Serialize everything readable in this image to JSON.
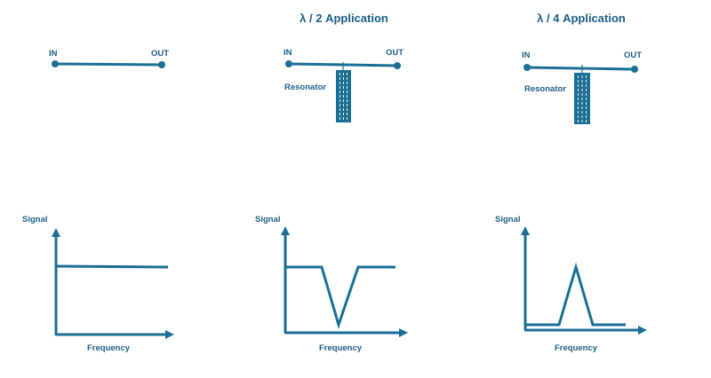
{
  "colors": {
    "line": "#1b6f94",
    "text": "#1b5f86"
  },
  "panels": [
    {
      "title": "",
      "in_label": "IN",
      "out_label": "OUT",
      "resonator_label": "",
      "graph": {
        "y_label": "Signal",
        "x_label": "Frequency",
        "response": "flat"
      }
    },
    {
      "title": "λ / 2 Application",
      "in_label": "IN",
      "out_label": "OUT",
      "resonator_label": "Resonator",
      "graph": {
        "y_label": "Signal",
        "x_label": "Frequency",
        "response": "notch"
      }
    },
    {
      "title": "λ / 4 Application",
      "in_label": "IN",
      "out_label": "OUT",
      "resonator_label": "Resonator",
      "graph": {
        "y_label": "Signal",
        "x_label": "Frequency",
        "response": "peak"
      }
    }
  ]
}
